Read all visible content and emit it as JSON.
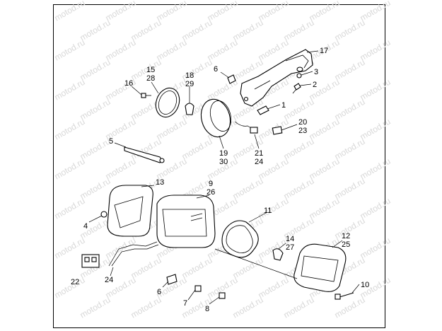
{
  "watermark": "motod.ru",
  "callouts": [
    {
      "id": "c17",
      "text": "17"
    },
    {
      "id": "c6a",
      "text": "6"
    },
    {
      "id": "c3",
      "text": "3"
    },
    {
      "id": "c2",
      "text": "2"
    },
    {
      "id": "c15",
      "text": "15"
    },
    {
      "id": "c28",
      "text": "28"
    },
    {
      "id": "c18",
      "text": "18"
    },
    {
      "id": "c29",
      "text": "29"
    },
    {
      "id": "c16",
      "text": "16"
    },
    {
      "id": "c1",
      "text": "1"
    },
    {
      "id": "c20",
      "text": "20"
    },
    {
      "id": "c23",
      "text": "23"
    },
    {
      "id": "c5",
      "text": "5"
    },
    {
      "id": "c19",
      "text": "19"
    },
    {
      "id": "c30",
      "text": "30"
    },
    {
      "id": "c21",
      "text": "21"
    },
    {
      "id": "c24a",
      "text": "24"
    },
    {
      "id": "c13",
      "text": "13"
    },
    {
      "id": "c9",
      "text": "9"
    },
    {
      "id": "c26",
      "text": "26"
    },
    {
      "id": "c11",
      "text": "11"
    },
    {
      "id": "c4",
      "text": "4"
    },
    {
      "id": "c14",
      "text": "14"
    },
    {
      "id": "c27",
      "text": "27"
    },
    {
      "id": "c12",
      "text": "12"
    },
    {
      "id": "c25",
      "text": "25"
    },
    {
      "id": "c22",
      "text": "22"
    },
    {
      "id": "c24b",
      "text": "24"
    },
    {
      "id": "c6b",
      "text": "6"
    },
    {
      "id": "c10",
      "text": "10"
    },
    {
      "id": "c7",
      "text": "7"
    },
    {
      "id": "c8",
      "text": "8"
    }
  ]
}
